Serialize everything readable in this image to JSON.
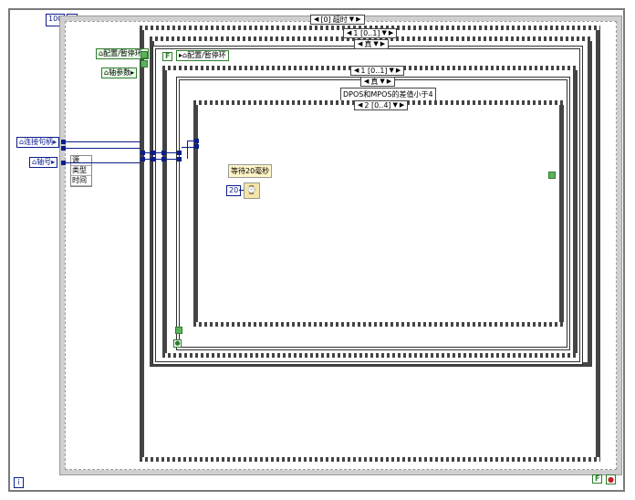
{
  "window": {
    "title": ""
  },
  "while_loop": {
    "count_label": "100",
    "count_icon": "N"
  },
  "outer_sequence": {
    "selector": "[0] 超时",
    "selector_index": "[0]",
    "selector_name": "超时"
  },
  "case_outer": {
    "selector": "1 [0..1]"
  },
  "case_true_top": {
    "selector": "真"
  },
  "case_inner_seq": {
    "selector": "1 [0..1]"
  },
  "case_true_inner": {
    "selector": "真"
  },
  "case_label_dpos": "DPOS和MPOS的差值小于4",
  "innermost_seq": {
    "selector": "2 [0..4]"
  },
  "controls": {
    "config_loop_1": "配置/暂停环",
    "config_loop_2": "配置/暂停环",
    "axis_param": "轴参数",
    "connect_handle": "连接句柄",
    "axis_number": "轴号"
  },
  "unbundle": {
    "items": [
      "源",
      "类型",
      "时间"
    ]
  },
  "wait_label": "等待20毫秒",
  "wait_value": "20",
  "bool_false": "F",
  "iteration_label": "i",
  "stop_bool": "F"
}
